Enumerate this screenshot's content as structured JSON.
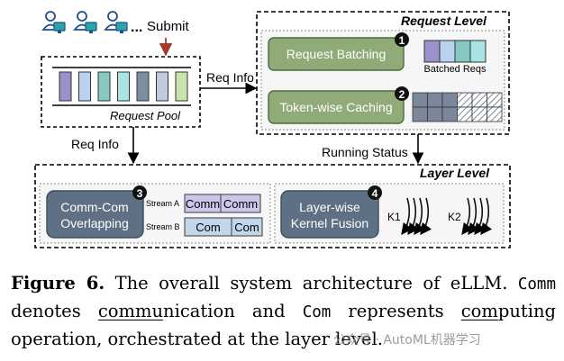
{
  "diagram": {
    "submit_label": "Submit",
    "req_info_right": "Req Info",
    "req_info_down": "Req Info",
    "running_status": "Running Status",
    "request_pool": {
      "title": "Request Pool",
      "slot_colors": [
        "#9b92c9",
        "#b9d2ee",
        "#85c9c2",
        "#a9e3e3",
        "#7f8da3",
        "#c0cbe0",
        "#c9e4ad"
      ]
    },
    "request_level": {
      "title": "Request Level",
      "batching": {
        "label": "Request Batching",
        "number": "1",
        "caption": "Batched Reqs"
      },
      "caching": {
        "label": "Token-wise Caching",
        "number": "2"
      }
    },
    "layer_level": {
      "title": "Layer Level",
      "overlap": {
        "label_line1": "Comm-Com",
        "label_line2": "Overlapping",
        "number": "3"
      },
      "stream_a": {
        "label": "Stream A",
        "cells": [
          "Comm",
          "Comm"
        ]
      },
      "stream_b": {
        "label": "Stream B",
        "cells": [
          "Com",
          "Com"
        ]
      },
      "fusion": {
        "label_line1": "Layer-wise",
        "label_line2": "Kernel Fusion",
        "number": "4",
        "k1": "K1",
        "k2": "K2"
      }
    },
    "colors": {
      "request_box": "#90ab78",
      "layer_box": "#5d7084",
      "comm_cell": "#cdc6ea",
      "com_cell": "#c3d5ea"
    }
  },
  "caption": {
    "fig_label": "Figure 6.",
    "p1": " The overall system architecture of eLLM. ",
    "c1": "Comm",
    "p2": " denotes ",
    "u1": "commu",
    "p3": "nication and ",
    "c2": "Com",
    "p4": " represents ",
    "u2": "com",
    "p5": "puting operation, orchestrated at the layer level."
  },
  "watermark": "公众号 · AutoML机器学习"
}
